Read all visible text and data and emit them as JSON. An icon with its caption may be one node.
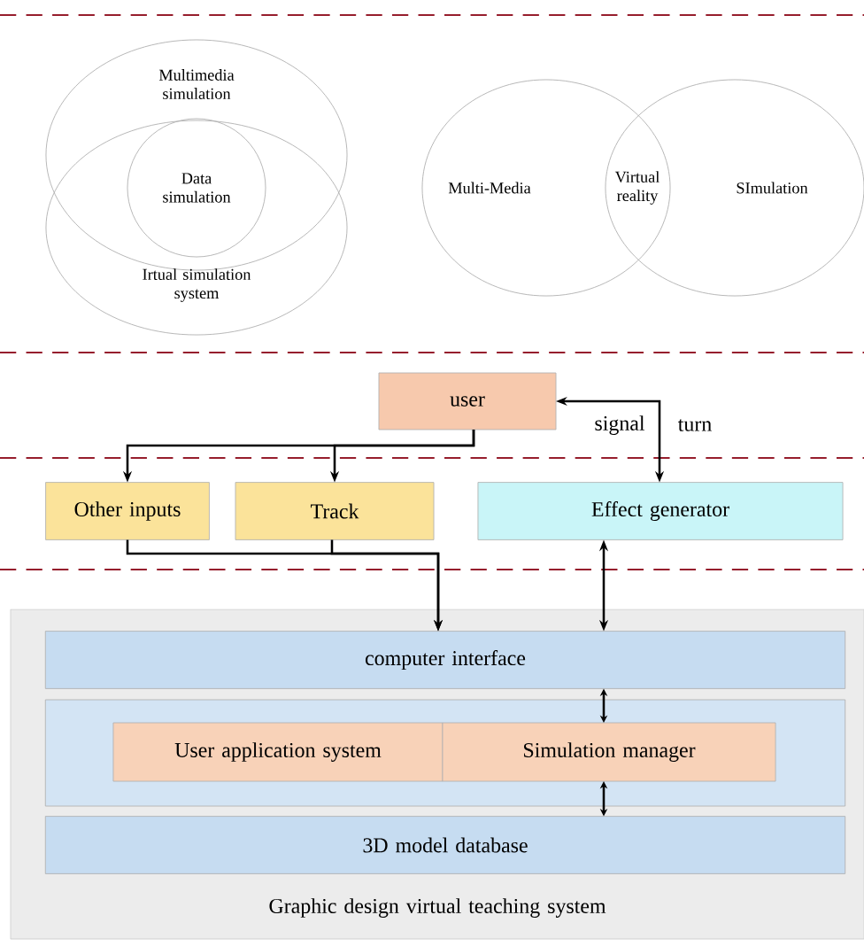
{
  "diagram": {
    "nodes": [
      {
        "text": [
          "Multimedia simulation"
        ]
      },
      {
        "text": [
          "Irtual simulation system"
        ]
      },
      {
        "text": [
          "Data simulation"
        ]
      },
      {
        "text": [
          "Multi-Media"
        ]
      },
      {
        "text": [
          "SImulation"
        ]
      },
      {
        "text": [
          "user"
        ]
      },
      {
        "text": [
          "Other inputs"
        ]
      },
      {
        "text": [
          "Track"
        ]
      },
      {
        "text": [
          "Effect generator"
        ]
      },
      {
        "text": [
          "Graphic design virtual teaching system"
        ]
      },
      {
        "text": [
          "computer interface"
        ],
        "in": 9
      },
      {
        "text": [],
        "shape": "box",
        "in": 9
      },
      {
        "text": [
          "User application system"
        ],
        "in": 11
      },
      {
        "text": [
          "Simulation manager"
        ],
        "in": 11
      },
      {
        "text": [
          "3D model database"
        ],
        "in": 9
      }
    ],
    "edges": [
      {
        "from": 5,
        "to": 6,
        "arrow": "to"
      },
      {
        "from": 5,
        "to": 7,
        "arrow": "to"
      },
      {
        "from": 8,
        "to": 5,
        "arrow": "both",
        "label": "signal"
      },
      {
        "from": 6,
        "to": 10,
        "arrow": "to"
      },
      {
        "from": 7,
        "to": 10,
        "arrow": "to"
      },
      {
        "from": 8,
        "to": 10,
        "arrow": "both"
      },
      {
        "from": 10,
        "to": 13,
        "arrow": "both"
      },
      {
        "from": 13,
        "to": 14,
        "arrow": "both"
      }
    ],
    "labels": [
      "Virtual reality",
      "turn"
    ]
  }
}
